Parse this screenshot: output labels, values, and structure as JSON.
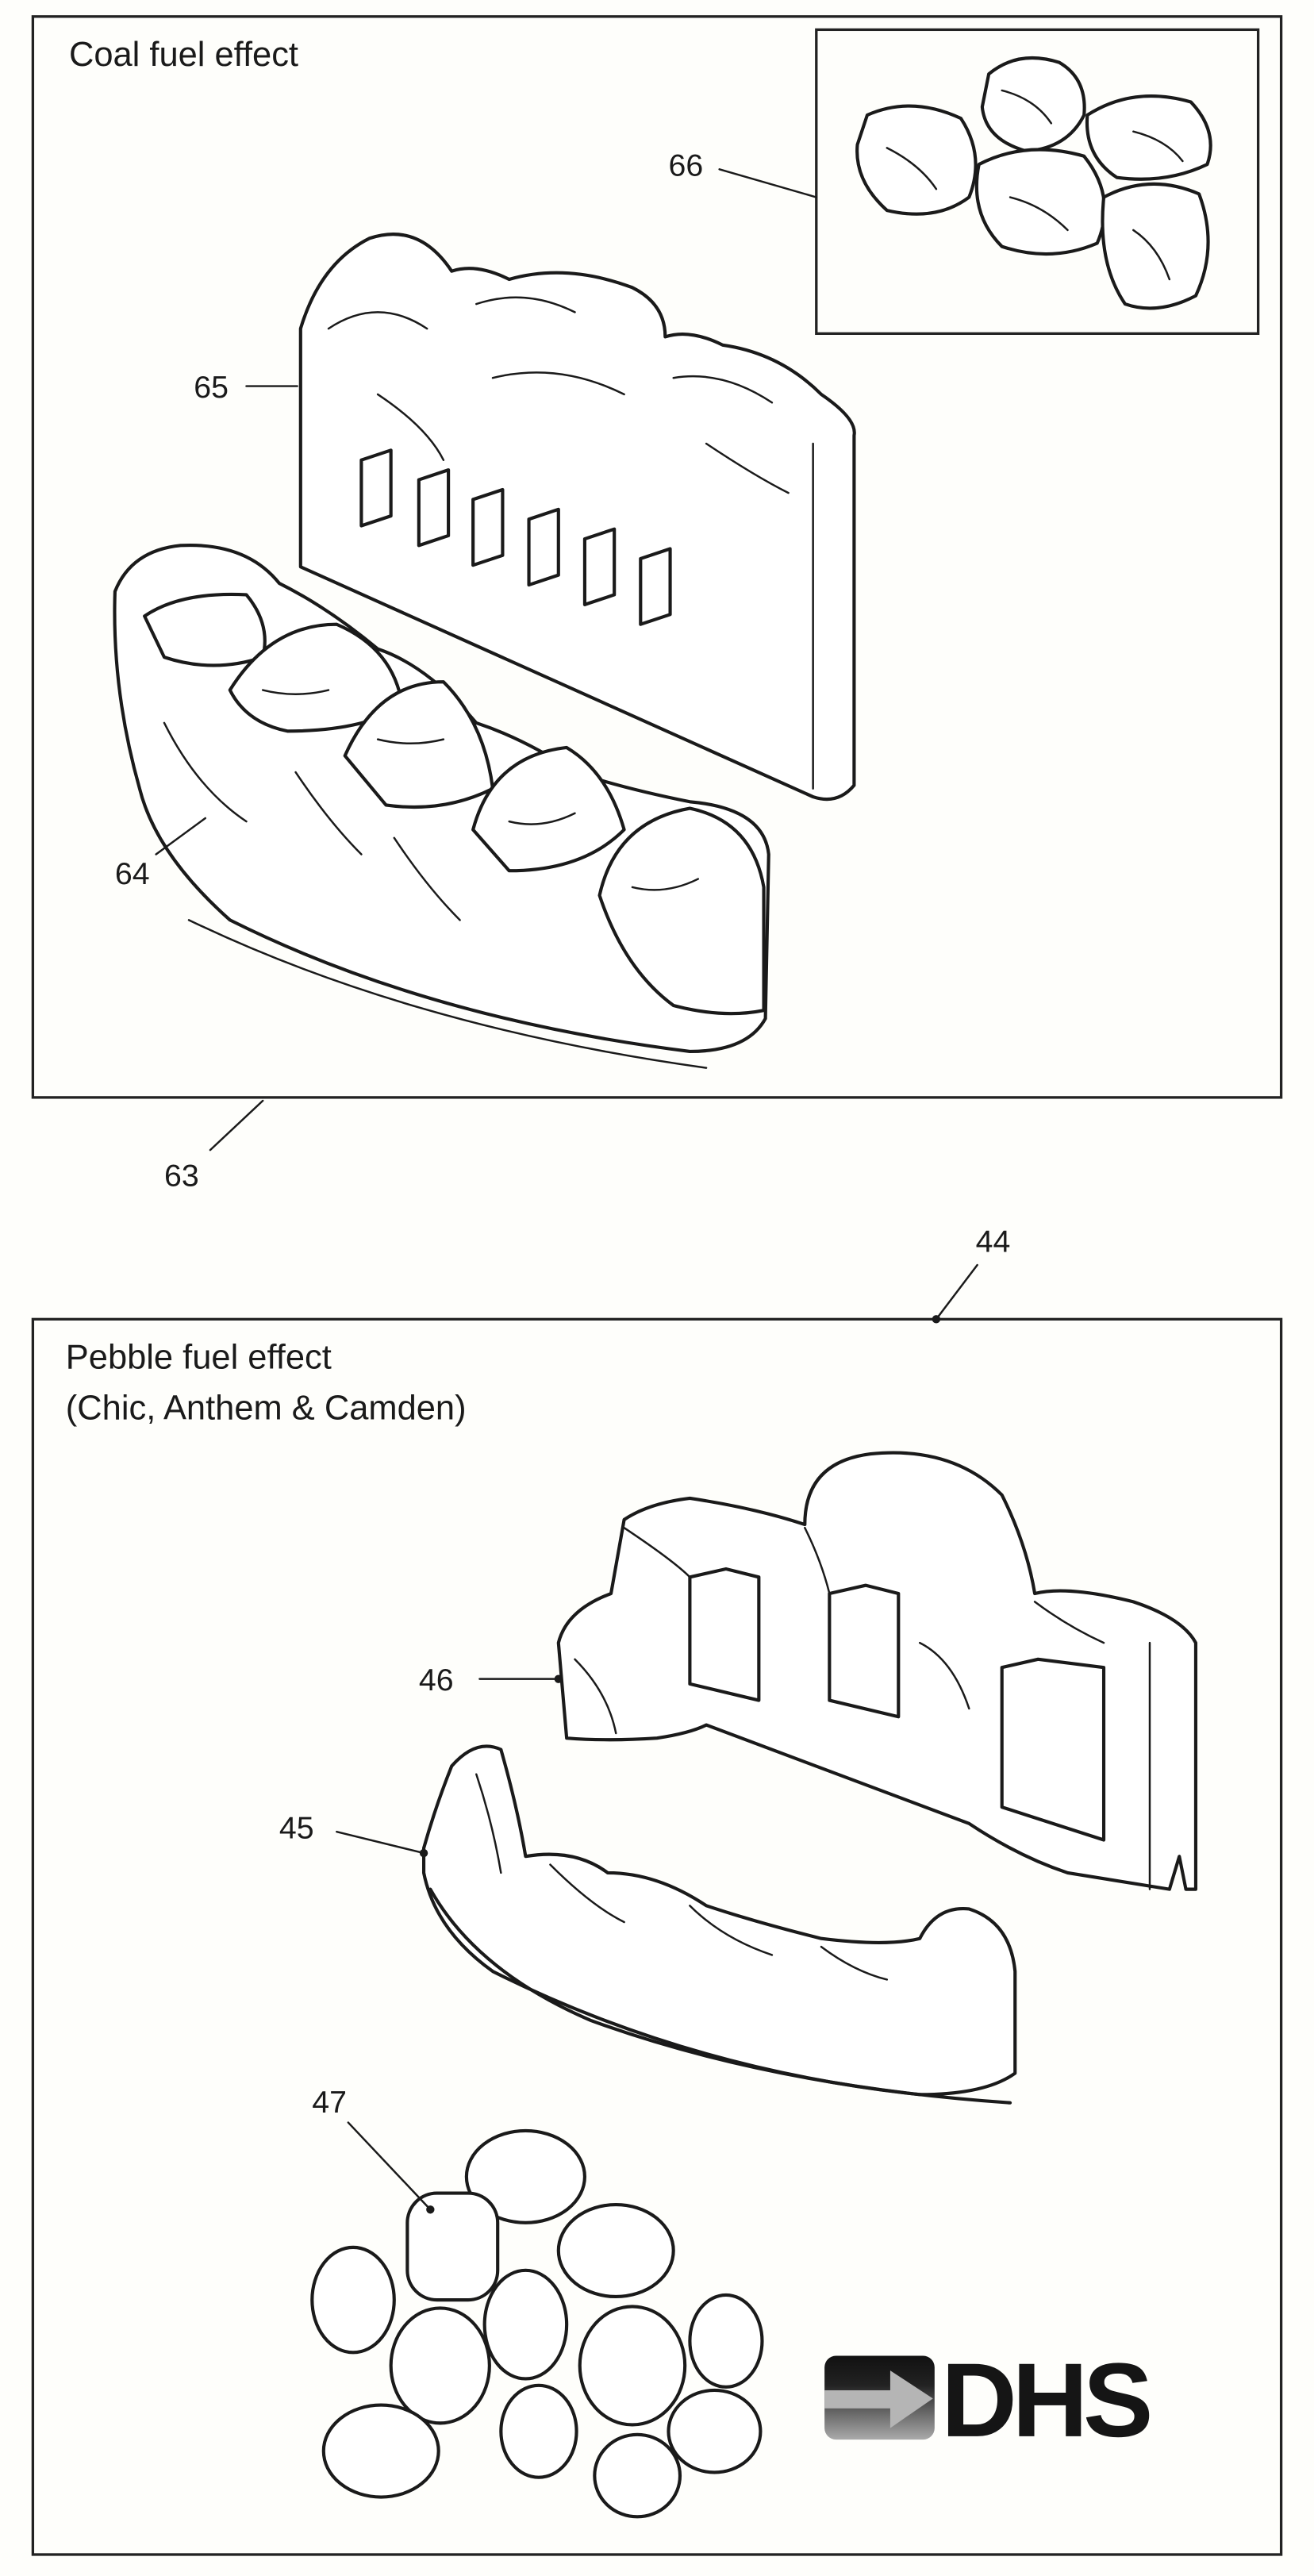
{
  "coal_panel": {
    "title": "Coal fuel effect",
    "labels": {
      "panel": "63",
      "front_bed": "64",
      "rear_bed": "65",
      "coals": "66"
    }
  },
  "pebble_panel": {
    "title_line1": "Pebble fuel effect",
    "title_line2": "(Chic, Anthem & Camden)",
    "labels": {
      "panel": "44",
      "front_bed": "45",
      "rear_bed": "46",
      "pebbles": "47"
    }
  },
  "logo": {
    "text": "DHS",
    "icon": "arrow-right-icon"
  }
}
